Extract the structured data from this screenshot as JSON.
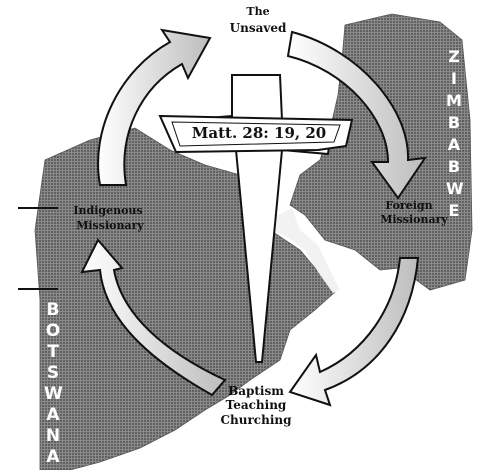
{
  "labels": {
    "top_small": "The",
    "top_main": "Unsaved",
    "verse": "Matt. 28: 19, 20",
    "foreign_1": "Foreign",
    "foreign_2": "Missionary",
    "indigenous_1": "Indigenous",
    "indigenous_2": "Missionary",
    "bottom_1": "Baptism",
    "bottom_2": "Teaching",
    "bottom_3": "Churching"
  },
  "map_regions": {
    "right": "ZIMBABWE",
    "left": "BOTSWANA"
  }
}
